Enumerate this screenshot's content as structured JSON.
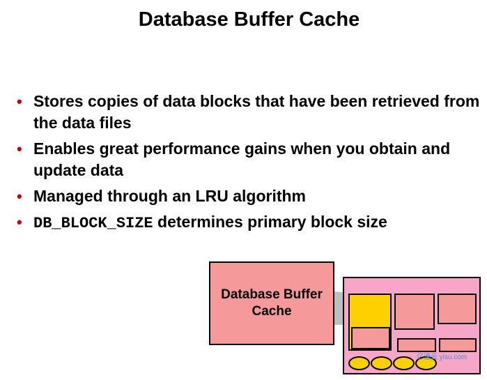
{
  "title": "Database Buffer Cache",
  "bullets": [
    {
      "text": "Stores copies of data blocks that have been retrieved from the data files"
    },
    {
      "text": "Enables great performance gains when you obtain and update data"
    },
    {
      "text": "Managed through an LRU algorithm"
    },
    {
      "code": "DB_BLOCK_SIZE",
      "text": " determines primary block size"
    }
  ],
  "diagram": {
    "box_label_line1": "Database Buffer",
    "box_label_line2": "Cache"
  },
  "watermark": "亿速云 yisu.com",
  "colors": {
    "bullet": "#cc0000",
    "cache": "#f5999a",
    "sga": "#f7a6c8",
    "pool": "#ffd000",
    "beam": "#b8b8b8"
  }
}
